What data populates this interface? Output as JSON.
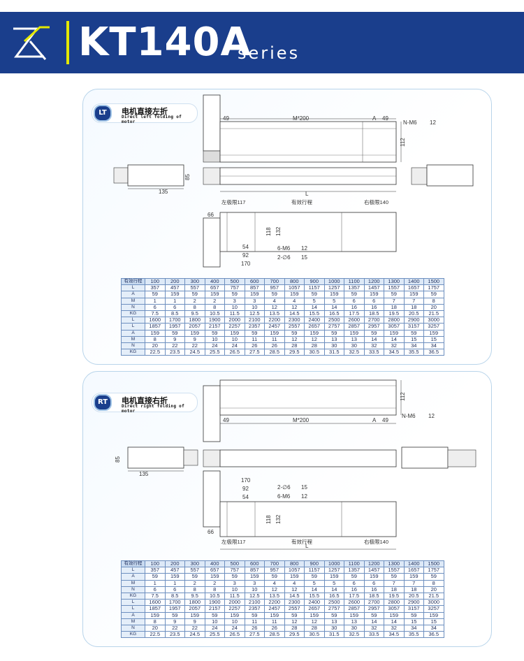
{
  "header": {
    "title": "KT140A",
    "series": "series"
  },
  "sections": [
    {
      "badge": "LT",
      "cn": "电机直接左折",
      "en": "Direct left folding of motor",
      "dims": {
        "d49a": "49",
        "m200": "M*200",
        "a": "A",
        "d49b": "49",
        "nm6": "N-M6",
        "depth12": "12",
        "d112": "112",
        "d85": "85",
        "d135": "135",
        "L": "L",
        "d66": "66",
        "left_limit": "左极限117",
        "stroke": "有效行程",
        "right_limit": "右极限140",
        "d118": "118",
        "d132": "132",
        "d54": "54",
        "d92": "92",
        "d170": "170",
        "m6x6": "6-M6",
        "m6depth": "12",
        "phi6": "2-∅6",
        "phi6depth": "15"
      }
    },
    {
      "badge": "RT",
      "cn": "电机直接右折",
      "en": "Direct right folding of motor",
      "dims": {
        "d49a": "49",
        "m200": "M*200",
        "a": "A",
        "d49b": "49",
        "nm6": "N-M6",
        "depth12": "12",
        "d112": "112",
        "d85": "85",
        "d135": "135",
        "L": "L",
        "d66": "66",
        "left_limit": "左极限117",
        "stroke": "有效行程",
        "right_limit": "右极限140",
        "d118": "118",
        "d132": "132",
        "d54": "54",
        "d92": "92",
        "d170": "170",
        "m6x6": "6-M6",
        "m6depth": "12",
        "phi6": "2-∅6",
        "phi6depth": "15"
      }
    }
  ],
  "table": {
    "rows": [
      [
        "有效行程",
        "100",
        "200",
        "300",
        "400",
        "500",
        "600",
        "700",
        "800",
        "900",
        "1000",
        "1100",
        "1200",
        "1300",
        "1400",
        "1500"
      ],
      [
        "L",
        "357",
        "457",
        "557",
        "657",
        "757",
        "857",
        "957",
        "1057",
        "1157",
        "1257",
        "1357",
        "1457",
        "1557",
        "1657",
        "1757"
      ],
      [
        "A",
        "59",
        "159",
        "59",
        "159",
        "59",
        "159",
        "59",
        "159",
        "59",
        "159",
        "59",
        "159",
        "59",
        "159",
        "59"
      ],
      [
        "M",
        "1",
        "1",
        "2",
        "2",
        "3",
        "3",
        "4",
        "4",
        "5",
        "5",
        "6",
        "6",
        "7",
        "7",
        "8"
      ],
      [
        "N",
        "6",
        "6",
        "8",
        "8",
        "10",
        "10",
        "12",
        "12",
        "14",
        "14",
        "16",
        "16",
        "18",
        "18",
        "20"
      ],
      [
        "KG",
        "7.5",
        "8.5",
        "9.5",
        "10.5",
        "11.5",
        "12.5",
        "13.5",
        "14.5",
        "15.5",
        "16.5",
        "17.5",
        "18.5",
        "19.5",
        "20.5",
        "21.5"
      ],
      [
        "L",
        "1600",
        "1700",
        "1800",
        "1900",
        "2000",
        "2100",
        "2200",
        "2300",
        "2400",
        "2500",
        "2600",
        "2700",
        "2800",
        "2900",
        "3000"
      ],
      [
        "L",
        "1857",
        "1957",
        "2057",
        "2157",
        "2257",
        "2357",
        "2457",
        "2557",
        "2657",
        "2757",
        "2857",
        "2957",
        "3057",
        "3157",
        "3257"
      ],
      [
        "A",
        "159",
        "59",
        "159",
        "59",
        "159",
        "59",
        "159",
        "59",
        "159",
        "59",
        "159",
        "59",
        "159",
        "59",
        "159"
      ],
      [
        "M",
        "8",
        "9",
        "9",
        "10",
        "10",
        "11",
        "11",
        "12",
        "12",
        "13",
        "13",
        "14",
        "14",
        "15",
        "15"
      ],
      [
        "N",
        "20",
        "22",
        "22",
        "24",
        "24",
        "26",
        "26",
        "28",
        "28",
        "30",
        "30",
        "32",
        "32",
        "34",
        "34"
      ],
      [
        "KG",
        "22.5",
        "23.5",
        "24.5",
        "25.5",
        "26.5",
        "27.5",
        "28.5",
        "29.5",
        "30.5",
        "31.5",
        "32.5",
        "33.5",
        "34.5",
        "35.5",
        "36.5"
      ]
    ]
  },
  "colors": {
    "header_bg": "#1a3e8c",
    "accent": "#e3e800",
    "line": "#1a3e8c"
  }
}
